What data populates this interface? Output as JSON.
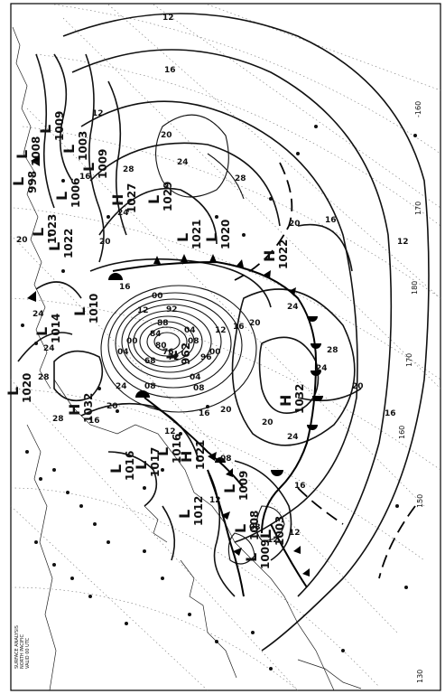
{
  "isobar_labels": [
    "12",
    "16",
    "20",
    "24",
    "28",
    "12",
    "16",
    "20",
    "24",
    "28",
    "12",
    "16",
    "20",
    "24",
    "20",
    "16",
    "12",
    "00",
    "04",
    "08",
    "92",
    "88",
    "84",
    "80",
    "76",
    "72",
    "68",
    "00",
    "04",
    "08",
    "12",
    "16",
    "20",
    "24",
    "28",
    "24",
    "20",
    "16",
    "12",
    "08",
    "04",
    "00",
    "96",
    "16",
    "20",
    "24",
    "28",
    "08",
    "12",
    "16",
    "20",
    "24",
    "12",
    "08",
    "12",
    "16",
    "20",
    "24",
    "28"
  ],
  "pressure_centers": [
    {
      "letter": "H",
      "value": "1027",
      "type": "high"
    },
    {
      "letter": "H",
      "value": "1032",
      "type": "high"
    },
    {
      "letter": "H",
      "value": "1032",
      "type": "high"
    },
    {
      "letter": "L",
      "value": "962",
      "type": "low"
    },
    {
      "letter": "L",
      "value": "1029",
      "type": "low"
    },
    {
      "letter": "L",
      "value": "1021",
      "type": "low"
    },
    {
      "letter": "L",
      "value": "1020",
      "type": "low"
    },
    {
      "letter": "H",
      "value": "1022",
      "type": "high"
    },
    {
      "letter": "H",
      "value": "1021",
      "type": "high"
    },
    {
      "letter": "L",
      "value": "1016",
      "type": "low"
    },
    {
      "letter": "L",
      "value": "1017",
      "type": "low"
    },
    {
      "letter": "L",
      "value": "1016",
      "type": "low"
    },
    {
      "letter": "L",
      "value": "1012",
      "type": "low"
    },
    {
      "letter": "L",
      "value": "1009",
      "type": "low"
    },
    {
      "letter": "L",
      "value": "1008",
      "type": "low"
    },
    {
      "letter": "L",
      "value": "1003",
      "type": "low"
    },
    {
      "letter": "L",
      "value": "1009",
      "type": "low"
    },
    {
      "letter": "L",
      "value": "1014",
      "type": "low"
    },
    {
      "letter": "L",
      "value": "1010",
      "type": "low"
    },
    {
      "letter": "L",
      "value": "1023",
      "type": "low"
    },
    {
      "letter": "L",
      "value": "1022",
      "type": "low"
    },
    {
      "letter": "L",
      "value": "1006",
      "type": "low"
    },
    {
      "letter": "L",
      "value": "1003",
      "type": "low"
    },
    {
      "letter": "L",
      "value": "1009",
      "type": "low"
    },
    {
      "letter": "L",
      "value": "1008",
      "type": "low"
    },
    {
      "letter": "L",
      "value": "998",
      "type": "low"
    },
    {
      "letter": "L",
      "value": "1009",
      "type": "low"
    },
    {
      "letter": "L",
      "value": "1020",
      "type": "low"
    }
  ],
  "longitude_labels": [
    "-160",
    "170",
    "180",
    "170",
    "160",
    "150",
    "130"
  ],
  "side_text_lines": [
    "SURFACE ANALYSIS",
    "NORTH PACIFIC",
    "VALID 00 UTC"
  ],
  "colors": {
    "ink": "#111111",
    "paper": "#ffffff",
    "grid": "#777777"
  }
}
